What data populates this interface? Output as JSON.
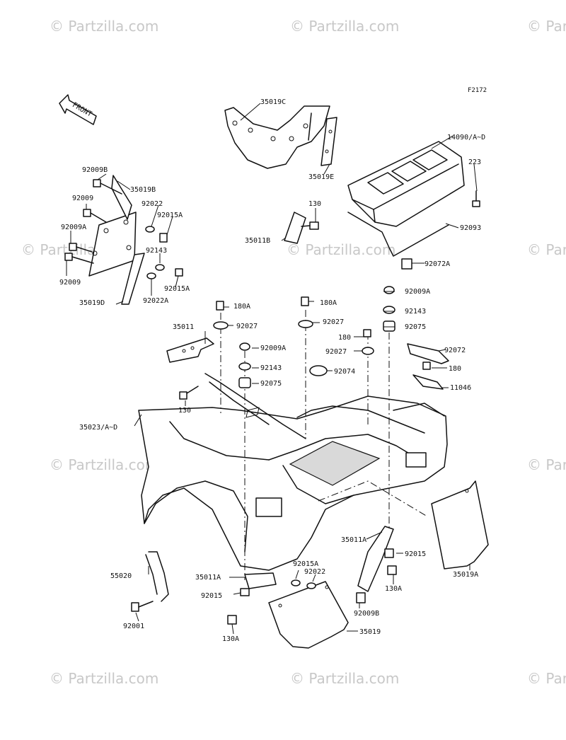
{
  "figure_id": "F2172",
  "front_arrow_label": "FRONT",
  "watermark": "© Partzilla.com",
  "labels": {
    "l35019C": "35019C",
    "l35019E": "35019E",
    "l14090": "14090/A~D",
    "l223": "223",
    "l92093": "92093",
    "l92072A": "92072A",
    "l130_top": "130",
    "l35011B": "35011B",
    "l92009B_top": "92009B",
    "l35019B": "35019B",
    "l92009_a": "92009",
    "l92022": "92022",
    "l92015A_a": "92015A",
    "l92009A_left": "92009A",
    "l92143_left": "92143",
    "l92009_b": "92009",
    "l92015A_b": "92015A",
    "l35019D": "35019D",
    "l92022A": "92022A",
    "l180A_a": "180A",
    "l180A_b": "180A",
    "l92009A_r": "92009A",
    "l92143_r": "92143",
    "l35011": "35011",
    "l92027_a": "92027",
    "l92027_b": "92027",
    "l92075_r": "92075",
    "l180_a": "180",
    "l92009A_c": "92009A",
    "l92027_c": "92027",
    "l92072": "92072",
    "l92143_c": "92143",
    "l92074": "92074",
    "l180_b": "180",
    "l92075_c": "92075",
    "l11046": "11046",
    "l130_mid": "130",
    "l35023": "35023/A~D",
    "l35011A_r": "35011A",
    "l92015_r": "92015",
    "l130A_r": "130A",
    "l35019A": "35019A",
    "l55020": "55020",
    "l92015A_c": "92015A",
    "l92022_c": "92022",
    "l35011A_c": "35011A",
    "l92015_c": "92015",
    "l92009B_c": "92009B",
    "l92001": "92001",
    "l130A_c": "130A",
    "l35019": "35019"
  }
}
